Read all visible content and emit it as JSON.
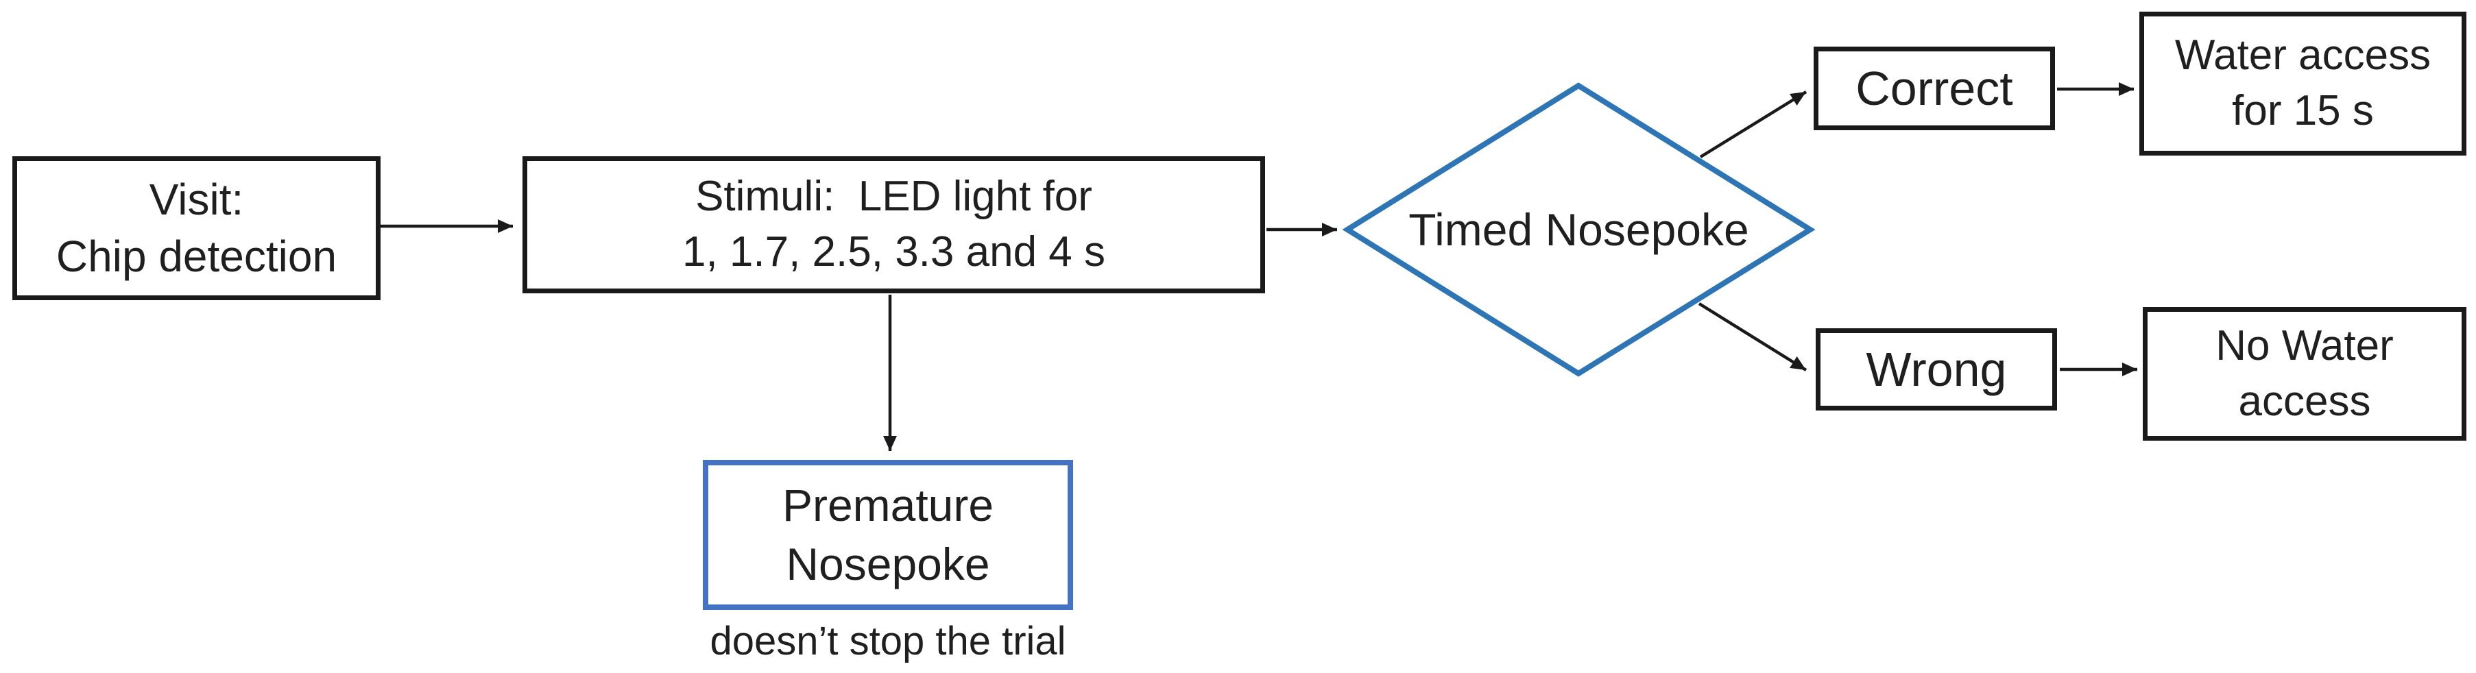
{
  "diagram": {
    "nodes": {
      "visit": {
        "line1": "Visit:",
        "line2": "Chip detection"
      },
      "stimuli": {
        "line1": "Stimuli:  LED light for",
        "line2": "1, 1.7, 2.5, 3.3 and 4 s"
      },
      "premature": {
        "line1": "Premature",
        "line2": "Nosepoke",
        "caption": "doesn’t stop the trial"
      },
      "decision": {
        "label": "Timed Nosepoke"
      },
      "correct": {
        "label": "Correct"
      },
      "water": {
        "line1": "Water access",
        "line2": "for 15 s"
      },
      "wrong": {
        "label": "Wrong"
      },
      "no_water": {
        "line1": "No Water",
        "line2": "access"
      }
    },
    "colors": {
      "box_border": "#1a1a1a",
      "blue_border": "#4472C4",
      "diamond_border": "#2E75B6",
      "arrow": "#1a1a1a",
      "text": "#1f1f1f",
      "background": "#ffffff"
    }
  }
}
